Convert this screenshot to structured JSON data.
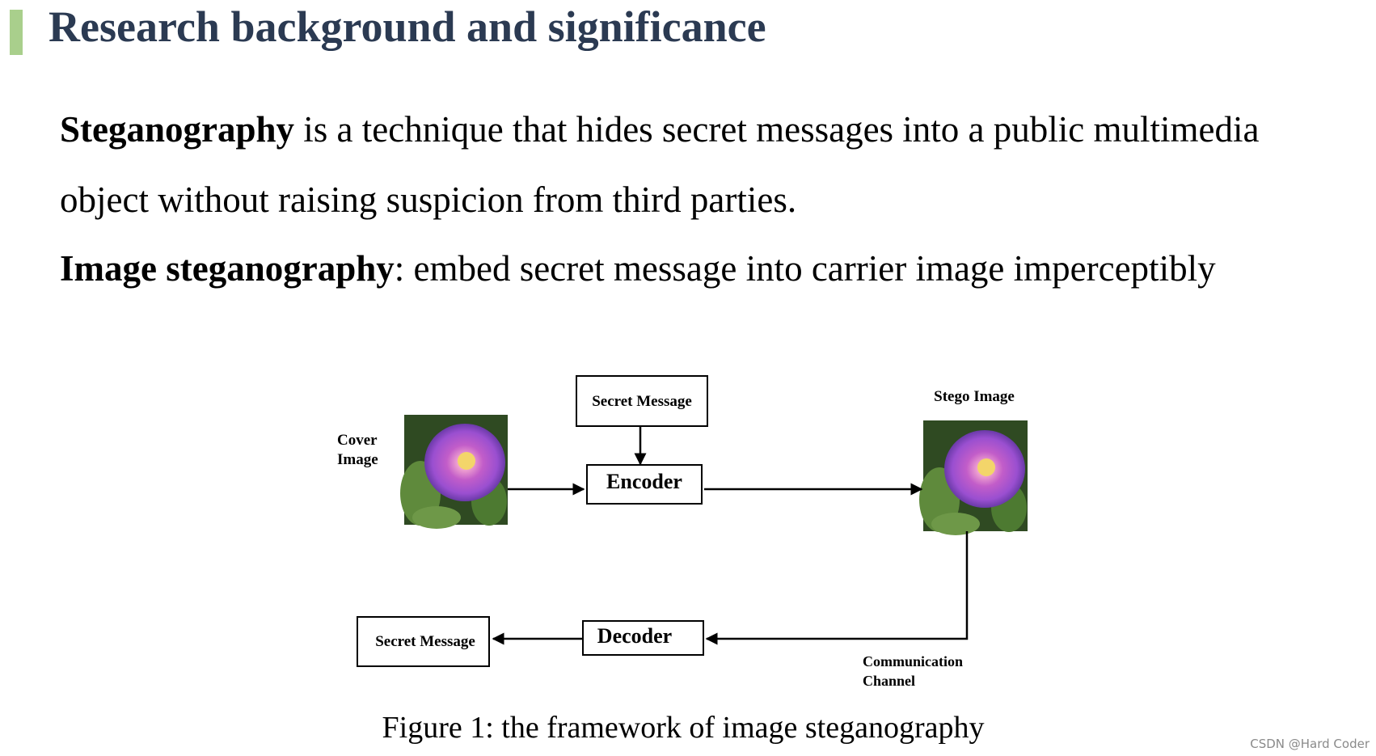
{
  "header": {
    "title": "Research background and significance"
  },
  "body": {
    "p1": {
      "term": "Steganography",
      "text": " is a technique that hides secret messages into a public multimedia"
    },
    "p2": {
      "text": "object without raising suspicion from third parties."
    },
    "p3": {
      "term": "Image steganography",
      "text": ": embed secret message into carrier image imperceptibly"
    }
  },
  "diagram": {
    "cover_label_1": "Cover",
    "cover_label_2": "Image",
    "secret_message_top": "Secret Message",
    "encoder": "Encoder",
    "stego_label": "Stego  Image",
    "decoder": "Decoder",
    "secret_message_bottom": "Secret Message",
    "channel_label_1": "Communication",
    "channel_label_2": "Channel"
  },
  "caption": "Figure 1:  the framework of image steganography",
  "watermark": "CSDN @Hard Coder",
  "colors": {
    "accent": "#a9cf8c",
    "title": "#2b3a52"
  }
}
